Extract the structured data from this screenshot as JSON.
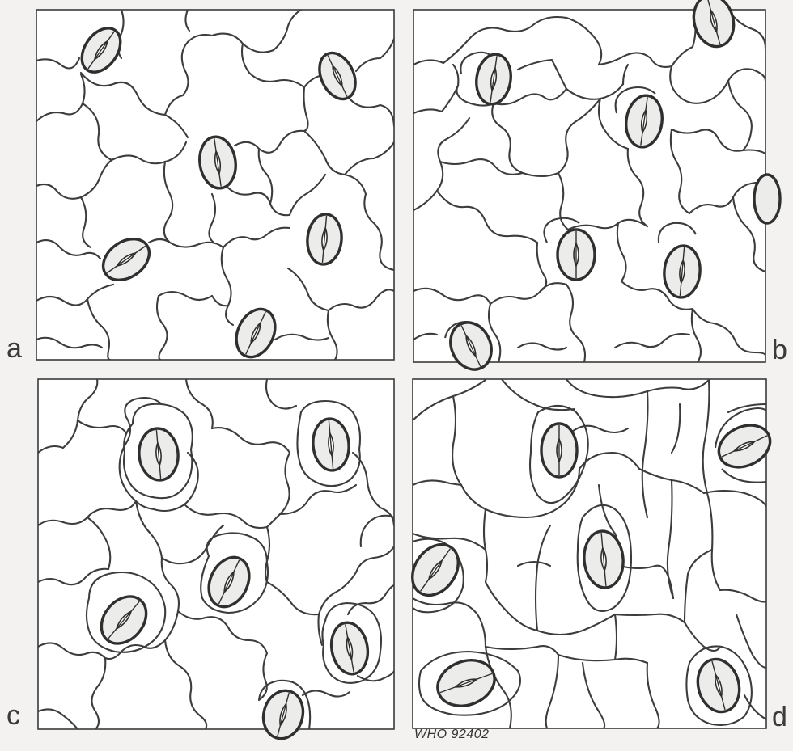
{
  "panels": [
    {
      "label": "a",
      "type": "anomocytic"
    },
    {
      "label": "b",
      "type": "anisocytic"
    },
    {
      "label": "c",
      "type": "diacytic"
    },
    {
      "label": "d",
      "type": "paracytic"
    }
  ],
  "credit": "WHO 92402"
}
